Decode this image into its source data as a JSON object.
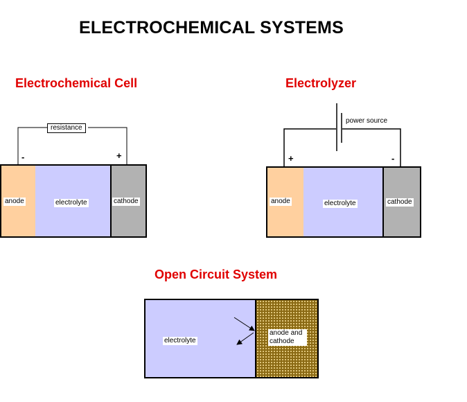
{
  "title": "ELECTROCHEMICAL SYSTEMS",
  "colors": {
    "section_title": "#e00000",
    "anode": "#ffd09f",
    "electrolyte": "#ccccff",
    "cathode": "#b2b2b2",
    "mixed_electrode": "#8b6a14"
  },
  "cell": {
    "title": "Electrochemical Cell",
    "resistance_label": "resistance",
    "minus_sign": "-",
    "plus_sign": "+",
    "anode_label": "anode",
    "electrolyte_label": "electrolyte",
    "cathode_label": "cathode"
  },
  "electrolyzer": {
    "title": "Electrolyzer",
    "power_source_label": "power  source",
    "plus_sign": "+",
    "minus_sign": "-",
    "anode_label": "anode",
    "electrolyte_label": "electrolyte",
    "cathode_label": "cathode"
  },
  "open_circuit": {
    "title": "Open Circuit System",
    "electrolyte_label": "electrolyte",
    "electrode_label": "anode and cathode"
  }
}
